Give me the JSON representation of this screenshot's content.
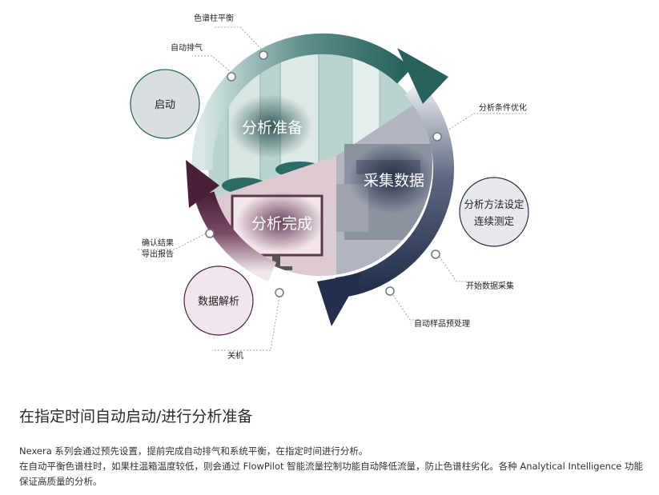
{
  "diagram": {
    "center_sections": {
      "prepare": "分析准备",
      "acquire": "采集数据",
      "complete": "分析完成"
    },
    "bubbles": {
      "start": "启动",
      "method_line1": "分析方法设定",
      "method_line2": "连续测定",
      "analysis": "数据解析"
    },
    "labels": {
      "column_equilibrate": "色谱柱平衡",
      "auto_purge": "自动排气",
      "condition_opt": "分析条件优化",
      "start_acq": "开始数据采集",
      "auto_pretreat": "自动样品预处理",
      "confirm_line1": "确认结果",
      "confirm_line2": "导出报告",
      "shutdown": "关机"
    }
  },
  "text": {
    "heading": "在指定时间自动启动/进行分析准备",
    "para1": "Nexera 系列会通过预先设置，提前完成自动排气和系统平衡，在指定时间进行分析。",
    "para2": "在自动平衡色谱柱时，如果柱温箱温度较低，则会通过 FlowPilot 智能流量控制功能自动降低流量，防止色谱柱劣化。各种 Analytical Intelligence 功能",
    "para3": "保证高质量的分析。"
  }
}
